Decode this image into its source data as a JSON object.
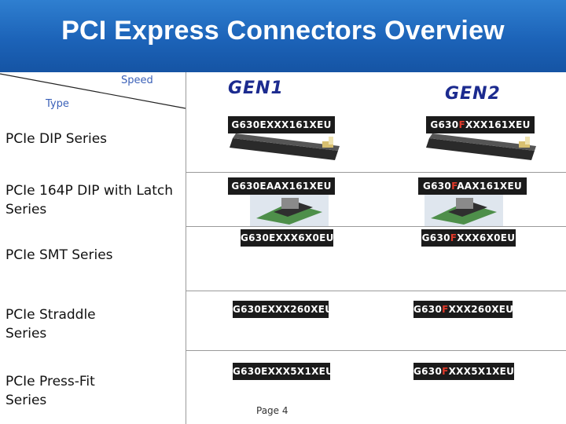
{
  "header": {
    "title": "PCI Express Connectors Overview"
  },
  "table": {
    "corner_speed": "Speed",
    "corner_type": "Type",
    "columns": [
      {
        "label": "GEN1"
      },
      {
        "label": "GEN2"
      }
    ],
    "rows": [
      {
        "label": "PCIe  DIP  Series",
        "gen1": {
          "pre": "G630EXXX161XEU",
          "hl": "",
          "post": ""
        },
        "gen2": {
          "pre": "G630",
          "hl": "F",
          "post": "XXX161XEU"
        }
      },
      {
        "label": "PCIe 164P  DIP  with Latch Series",
        "gen1": {
          "pre": "G630EAAX161XEU",
          "hl": "",
          "post": ""
        },
        "gen2": {
          "pre": "G630",
          "hl": "F",
          "post": "AAX161XEU"
        }
      },
      {
        "label": "PCIe SMT  Series",
        "gen1": {
          "pre": "G630EXXX6X0EU",
          "hl": "",
          "post": ""
        },
        "gen2": {
          "pre": "G630",
          "hl": "F",
          "post": "XXX6X0EU"
        }
      },
      {
        "label": "PCIe  Straddle Series",
        "gen1": {
          "pre": "G630EXXX260XEU",
          "hl": "",
          "post": ""
        },
        "gen2": {
          "pre": "G630",
          "hl": "F",
          "post": "XXX260XEU"
        }
      },
      {
        "label": "PCIe  Press-Fit Series",
        "gen1": {
          "pre": "G630EXXX5X1XEU",
          "hl": "",
          "post": ""
        },
        "gen2": {
          "pre": "G630",
          "hl": "F",
          "post": "XXX5X1XEU"
        }
      }
    ]
  },
  "footer": {
    "page": "Page 4"
  },
  "colors": {
    "title_bar": "#1c63b8",
    "header_text": "#1c2b8f",
    "corner_text": "#3a60b8",
    "highlight": "#e03a2a"
  }
}
